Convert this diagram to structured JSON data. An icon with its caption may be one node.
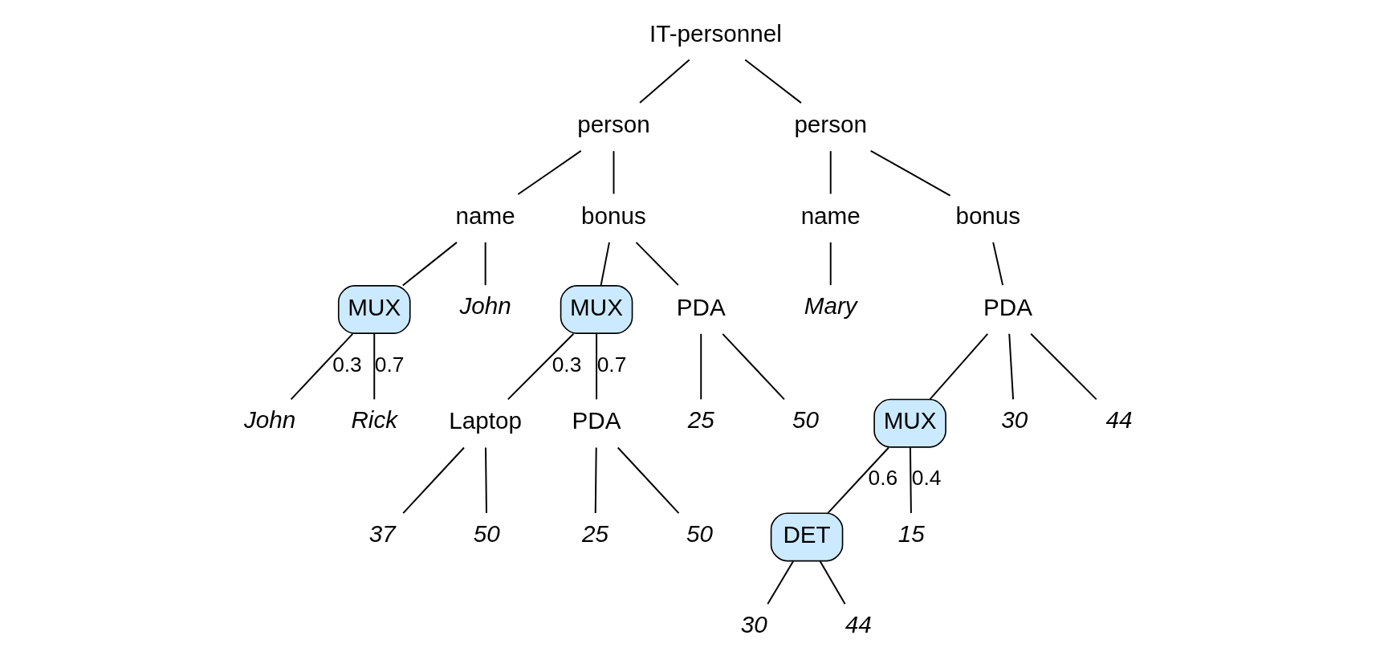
{
  "diagram": {
    "nodes": [
      {
        "text": [
          "IT-personnel"
        ]
      },
      {
        "text": [
          "person"
        ]
      },
      {
        "text": [
          "person"
        ]
      },
      {
        "text": [
          "name"
        ]
      },
      {
        "text": [
          "bonus"
        ]
      },
      {
        "text": [
          "name"
        ]
      },
      {
        "text": [
          "bonus"
        ]
      },
      {
        "text": [
          "MUX"
        ]
      },
      {
        "text": [
          "John"
        ]
      },
      {
        "text": [
          "John"
        ]
      },
      {
        "text": [
          "Rick"
        ]
      },
      {
        "text": [
          "MUX"
        ]
      },
      {
        "text": [
          "PDA"
        ]
      },
      {
        "text": [
          "Laptop"
        ]
      },
      {
        "text": [
          "PDA"
        ]
      },
      {
        "text": [
          "25"
        ]
      },
      {
        "text": [
          "50"
        ]
      },
      {
        "text": [
          "37"
        ]
      },
      {
        "text": [
          "50"
        ]
      },
      {
        "text": [
          "25"
        ]
      },
      {
        "text": [
          "50"
        ]
      },
      {
        "text": [
          "Mary"
        ]
      },
      {
        "text": [
          "PDA"
        ]
      },
      {
        "text": [
          "MUX"
        ]
      },
      {
        "text": [
          "30"
        ]
      },
      {
        "text": [
          "44"
        ]
      },
      {
        "text": [
          "DET"
        ]
      },
      {
        "text": [
          "15"
        ]
      },
      {
        "text": [
          "30"
        ]
      },
      {
        "text": [
          "44"
        ]
      }
    ],
    "edges": [
      {
        "from": 0,
        "to": 1,
        "arrow": "none"
      },
      {
        "from": 0,
        "to": 2,
        "arrow": "none"
      },
      {
        "from": 1,
        "to": 3,
        "arrow": "none"
      },
      {
        "from": 1,
        "to": 4,
        "arrow": "none"
      },
      {
        "from": 2,
        "to": 5,
        "arrow": "none"
      },
      {
        "from": 2,
        "to": 6,
        "arrow": "none"
      },
      {
        "from": 3,
        "to": 7,
        "arrow": "none"
      },
      {
        "from": 3,
        "to": 8,
        "arrow": "none"
      },
      {
        "from": 7,
        "to": 9,
        "arrow": "none",
        "label": "0.3"
      },
      {
        "from": 7,
        "to": 10,
        "arrow": "none",
        "label": "0.7"
      },
      {
        "from": 4,
        "to": 11,
        "arrow": "none"
      },
      {
        "from": 4,
        "to": 12,
        "arrow": "none"
      },
      {
        "from": 11,
        "to": 13,
        "arrow": "none",
        "label": "0.3"
      },
      {
        "from": 11,
        "to": 14,
        "arrow": "none",
        "label": "0.7"
      },
      {
        "from": 12,
        "to": 15,
        "arrow": "none"
      },
      {
        "from": 12,
        "to": 16,
        "arrow": "none"
      },
      {
        "from": 13,
        "to": 17,
        "arrow": "none"
      },
      {
        "from": 13,
        "to": 18,
        "arrow": "none"
      },
      {
        "from": 14,
        "to": 19,
        "arrow": "none"
      },
      {
        "from": 14,
        "to": 20,
        "arrow": "none"
      },
      {
        "from": 5,
        "to": 21,
        "arrow": "none"
      },
      {
        "from": 6,
        "to": 22,
        "arrow": "none"
      },
      {
        "from": 22,
        "to": 24,
        "arrow": "none"
      },
      {
        "from": 22,
        "to": 23,
        "arrow": "none"
      },
      {
        "from": 22,
        "to": 25,
        "arrow": "none"
      },
      {
        "from": 23,
        "to": 26,
        "arrow": "none",
        "label": "0.6"
      },
      {
        "from": 23,
        "to": 27,
        "arrow": "none",
        "label": "0.4"
      },
      {
        "from": 26,
        "to": 28,
        "arrow": "none"
      },
      {
        "from": 26,
        "to": 29,
        "arrow": "none"
      }
    ]
  }
}
